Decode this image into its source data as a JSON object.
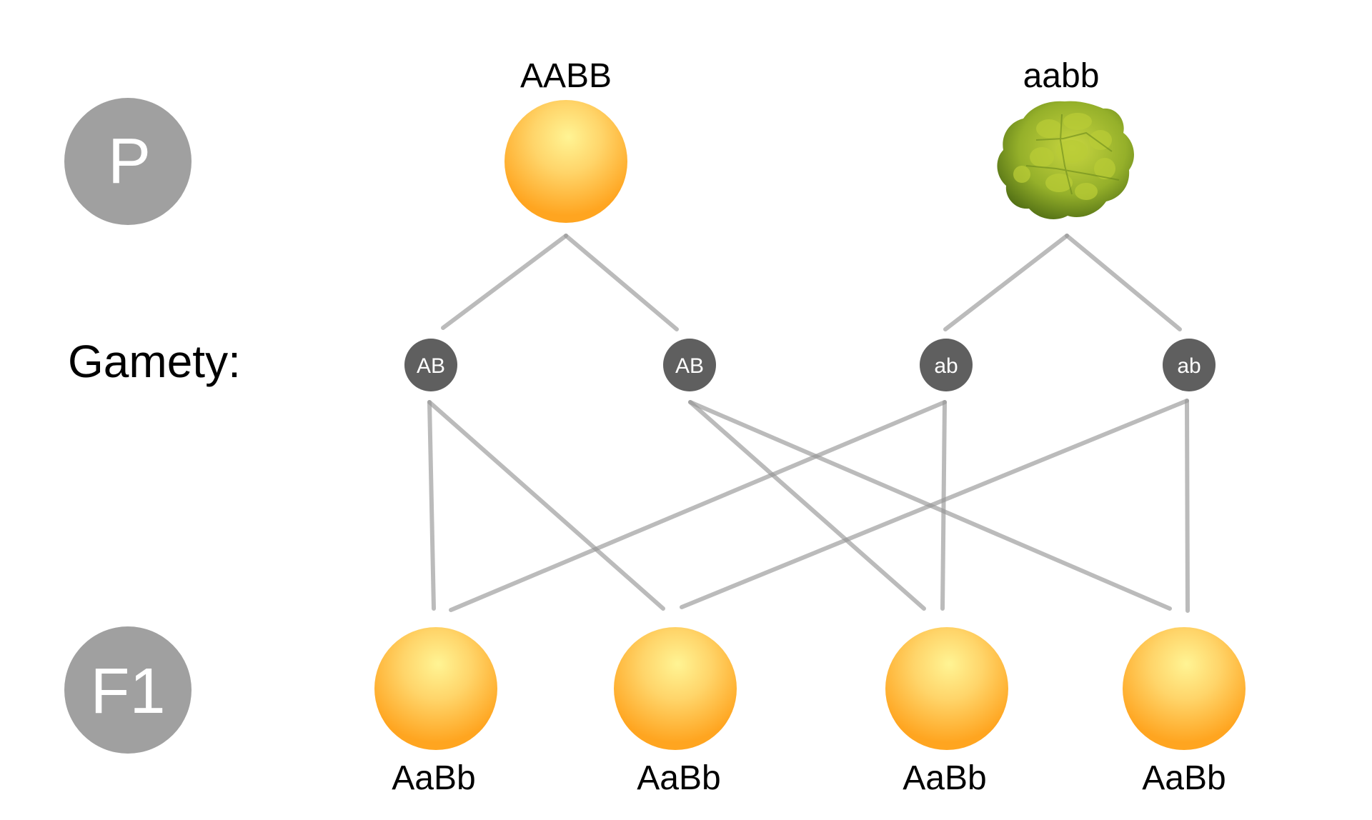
{
  "generations": {
    "p": "P",
    "gametes": "Gamety:",
    "f1": "F1"
  },
  "parents": [
    {
      "genotype": "AABB",
      "phenotype": "yellow-smooth-pea"
    },
    {
      "genotype": "aabb",
      "phenotype": "green-wrinkled-pea"
    }
  ],
  "gametes": [
    "AB",
    "AB",
    "ab",
    "ab"
  ],
  "offspring": [
    {
      "genotype": "AaBb",
      "phenotype": "yellow-smooth-pea"
    },
    {
      "genotype": "AaBb",
      "phenotype": "yellow-smooth-pea"
    },
    {
      "genotype": "AaBb",
      "phenotype": "yellow-smooth-pea"
    },
    {
      "genotype": "AaBb",
      "phenotype": "yellow-smooth-pea"
    }
  ],
  "colors": {
    "generation_circle": "#a0a0a0",
    "gamete_circle": "#5f5f5f",
    "yellow_pea": "#ffad2a",
    "green_pea": "#7a9a1e",
    "connector": "#969696"
  }
}
